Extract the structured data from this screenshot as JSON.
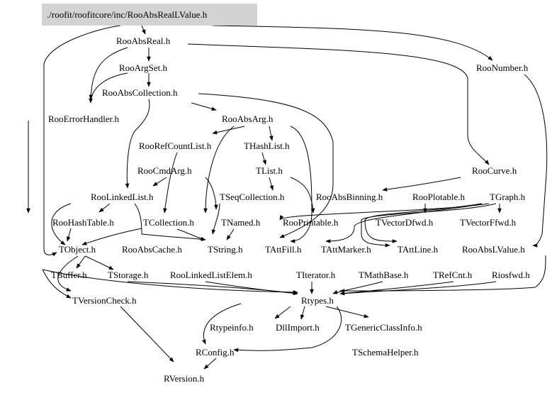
{
  "diagram": {
    "root": "./roofit/roofitcore/inc/RooAbsRealLValue.h",
    "nodes": [
      "RooAbsReal.h",
      "RooArgSet.h",
      "RooNumber.h",
      "RooAbsCollection.h",
      "RooErrorHandler.h",
      "RooAbsArg.h",
      "RooRefCountList.h",
      "THashList.h",
      "RooCmdArg.h",
      "TList.h",
      "RooCurve.h",
      "RooLinkedList.h",
      "TSeqCollection.h",
      "RooAbsBinning.h",
      "RooPlotable.h",
      "TGraph.h",
      "RooHashTable.h",
      "TCollection.h",
      "TNamed.h",
      "RooPrintable.h",
      "TVectorDfwd.h",
      "TVectorFfwd.h",
      "TObject.h",
      "RooAbsCache.h",
      "TString.h",
      "TAttFill.h",
      "TAttMarker.h",
      "TAttLine.h",
      "RooAbsLValue.h",
      "TBuffer.h",
      "TStorage.h",
      "RooLinkedListElem.h",
      "TIterator.h",
      "TMathBase.h",
      "TRefCnt.h",
      "Riosfwd.h",
      "TVersionCheck.h",
      "Rtypes.h",
      "Rtypeinfo.h",
      "DllImport.h",
      "TGenericClassInfo.h",
      "RConfig.h",
      "TSchemaHelper.h",
      "RVersion.h"
    ]
  }
}
